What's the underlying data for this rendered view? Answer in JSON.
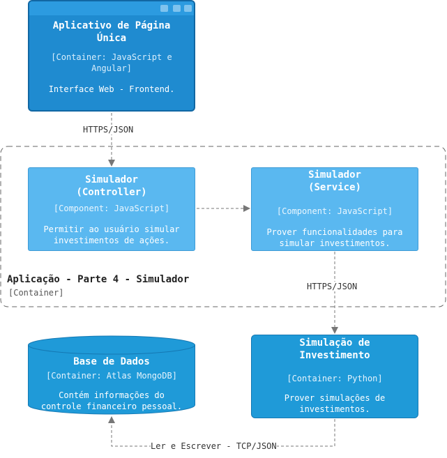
{
  "spa": {
    "title": "Aplicativo de Página\nÚnica",
    "tech": "[Container: JavaScript e\nAngular]",
    "desc": "Interface Web - Frontend."
  },
  "boundary": {
    "name": "Aplicação - Parte 4 - Simulador",
    "tech": "[Container]"
  },
  "controller": {
    "title": "Simulador\n(Controller)",
    "tech": "[Component: JavaScript]",
    "desc": "Permitir ao usuário simular\ninvestimentos de ações."
  },
  "service": {
    "title": "Simulador\n(Service)",
    "tech": "[Component: JavaScript]",
    "desc": "Prover funcionalidades para\nsimular investimentos."
  },
  "database": {
    "title": "Base de Dados",
    "tech": "[Container: Atlas MongoDB]",
    "desc": "Contém informações do\ncontrole financeiro pessoal."
  },
  "simulation": {
    "title": "Simulação de\nInvestimento",
    "tech": "[Container: Python]",
    "desc": "Prover simulações de\ninvestimentos."
  },
  "edges": {
    "spa_to_controller": "HTTPS/JSON",
    "service_to_simulation": "HTTPS/JSON",
    "simulation_to_database": "Ler e Escrever - TCP/JSON"
  },
  "colors": {
    "container": "#1f8bd0",
    "component": "#5ab8f0",
    "boundary_border": "#666666",
    "edge": "#777777"
  }
}
